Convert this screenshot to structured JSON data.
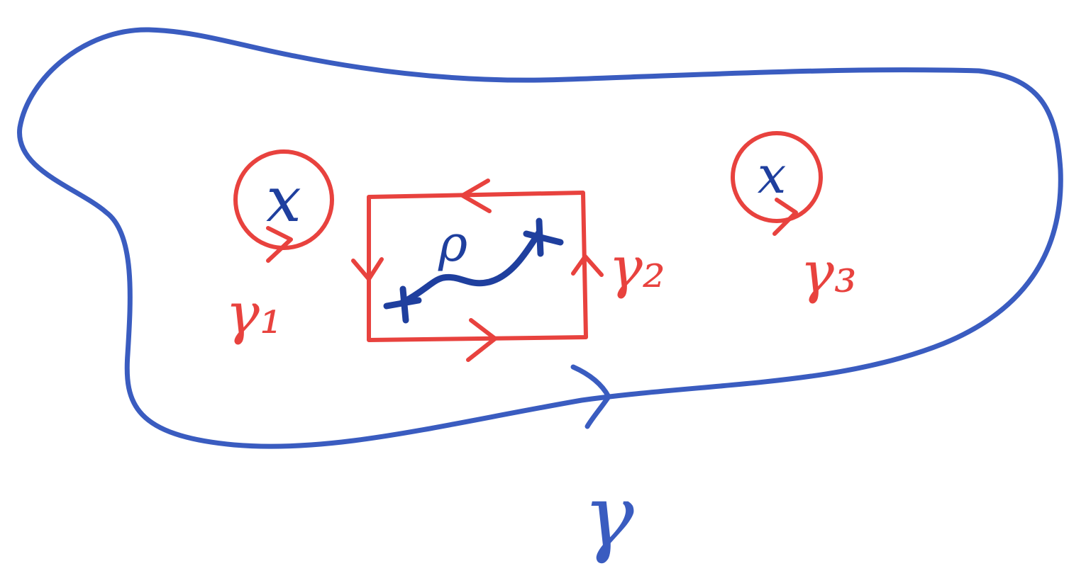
{
  "labels": {
    "outer_contour": "γ",
    "contour_1": "γ₁",
    "contour_2": "γ₂",
    "contour_3": "γ₃",
    "path": "ρ"
  },
  "marks": {
    "pole_left": "x",
    "pole_right": "x"
  },
  "colors": {
    "outer_contour": "#3a5cc0",
    "inner_contours": "#e8423e",
    "poles_and_path": "#1f3f9e"
  }
}
